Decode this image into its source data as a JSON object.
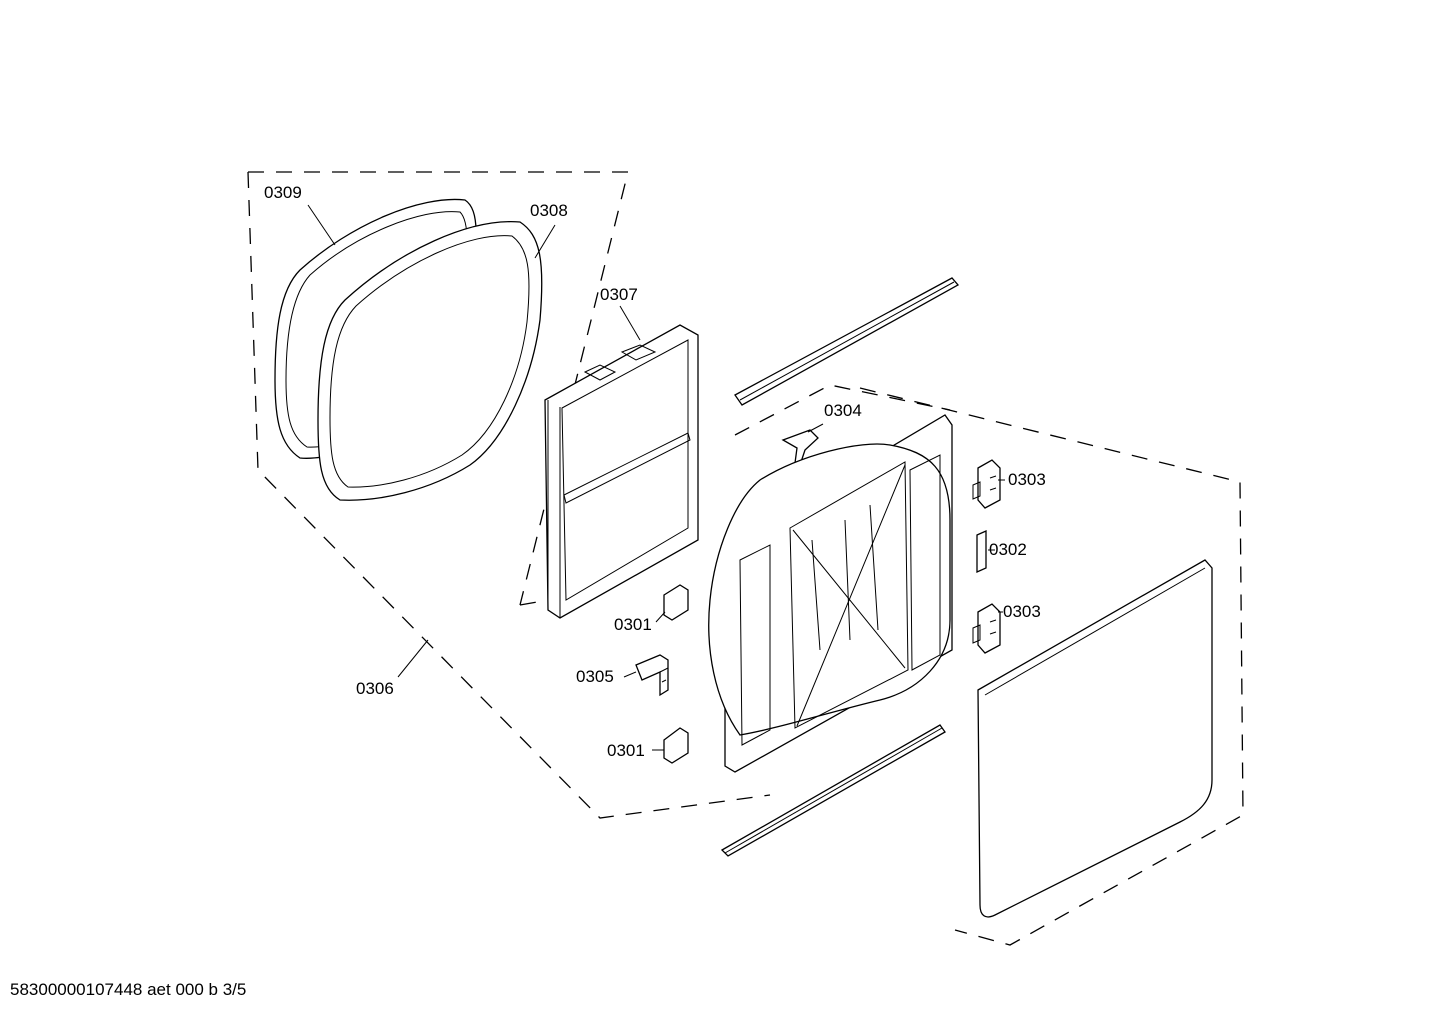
{
  "labels": {
    "p0309": "0309",
    "p0308": "0308",
    "p0307": "0307",
    "p0304": "0304",
    "p0303a": "0303",
    "p0302": "0302",
    "p0303b": "0303",
    "p0301a": "0301",
    "p0305": "0305",
    "p0301b": "0301",
    "p0306": "0306"
  },
  "footer": "58300000107448 aet 000 b 3/5"
}
